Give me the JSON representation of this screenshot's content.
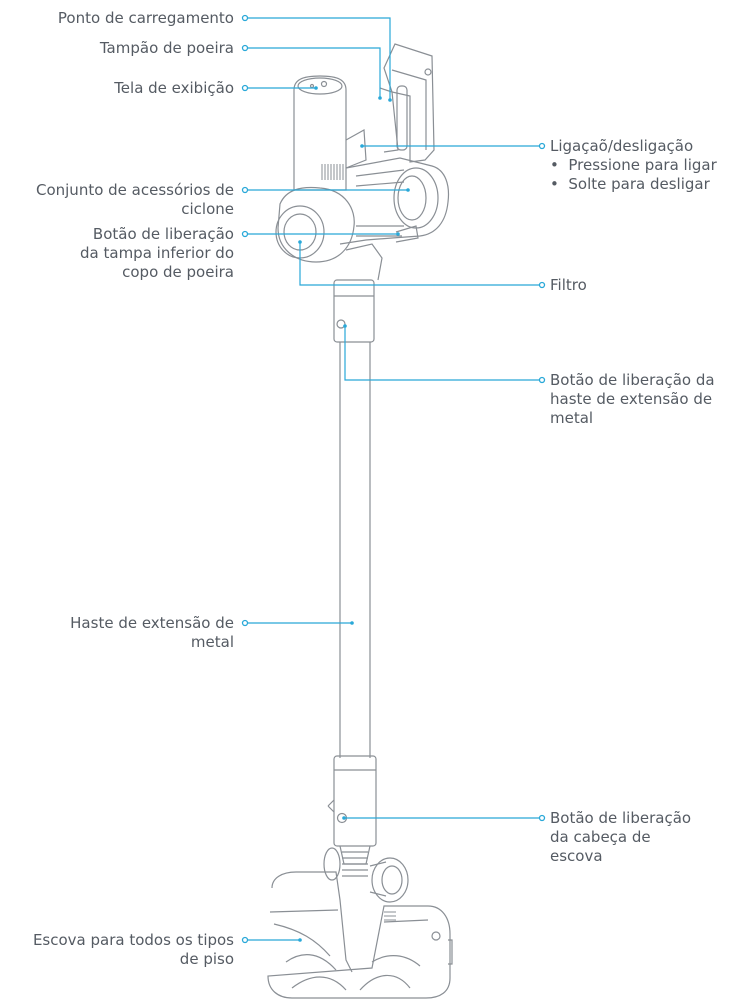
{
  "callouts": {
    "charging_point": "Ponto de carregamento",
    "dust_cap": "Tampão de poeira",
    "display": "Tela de exibição",
    "cyclone": [
      "Conjunto de acessórios de",
      "ciclone"
    ],
    "cup_release": [
      "Botão de liberação",
      "da tampa inferior do",
      "copo de poeira"
    ],
    "power": "Ligaçaõ/desligação",
    "power_bullets": [
      "Pressione para ligar",
      "Solte para desligar"
    ],
    "filter": "Filtro",
    "tube_release": [
      "Botão de liberação da",
      "haste de extensão de",
      "metal"
    ],
    "tube": [
      "Haste de extensão de",
      "metal"
    ],
    "brush_release": [
      "Botão de liberação",
      "da cabeça de",
      "escova"
    ],
    "brush": [
      "Escova para todos os tipos",
      "de piso"
    ]
  },
  "colors": {
    "leader": "#29a8d8",
    "outline": "#8a8f95",
    "text": "#555b63"
  }
}
